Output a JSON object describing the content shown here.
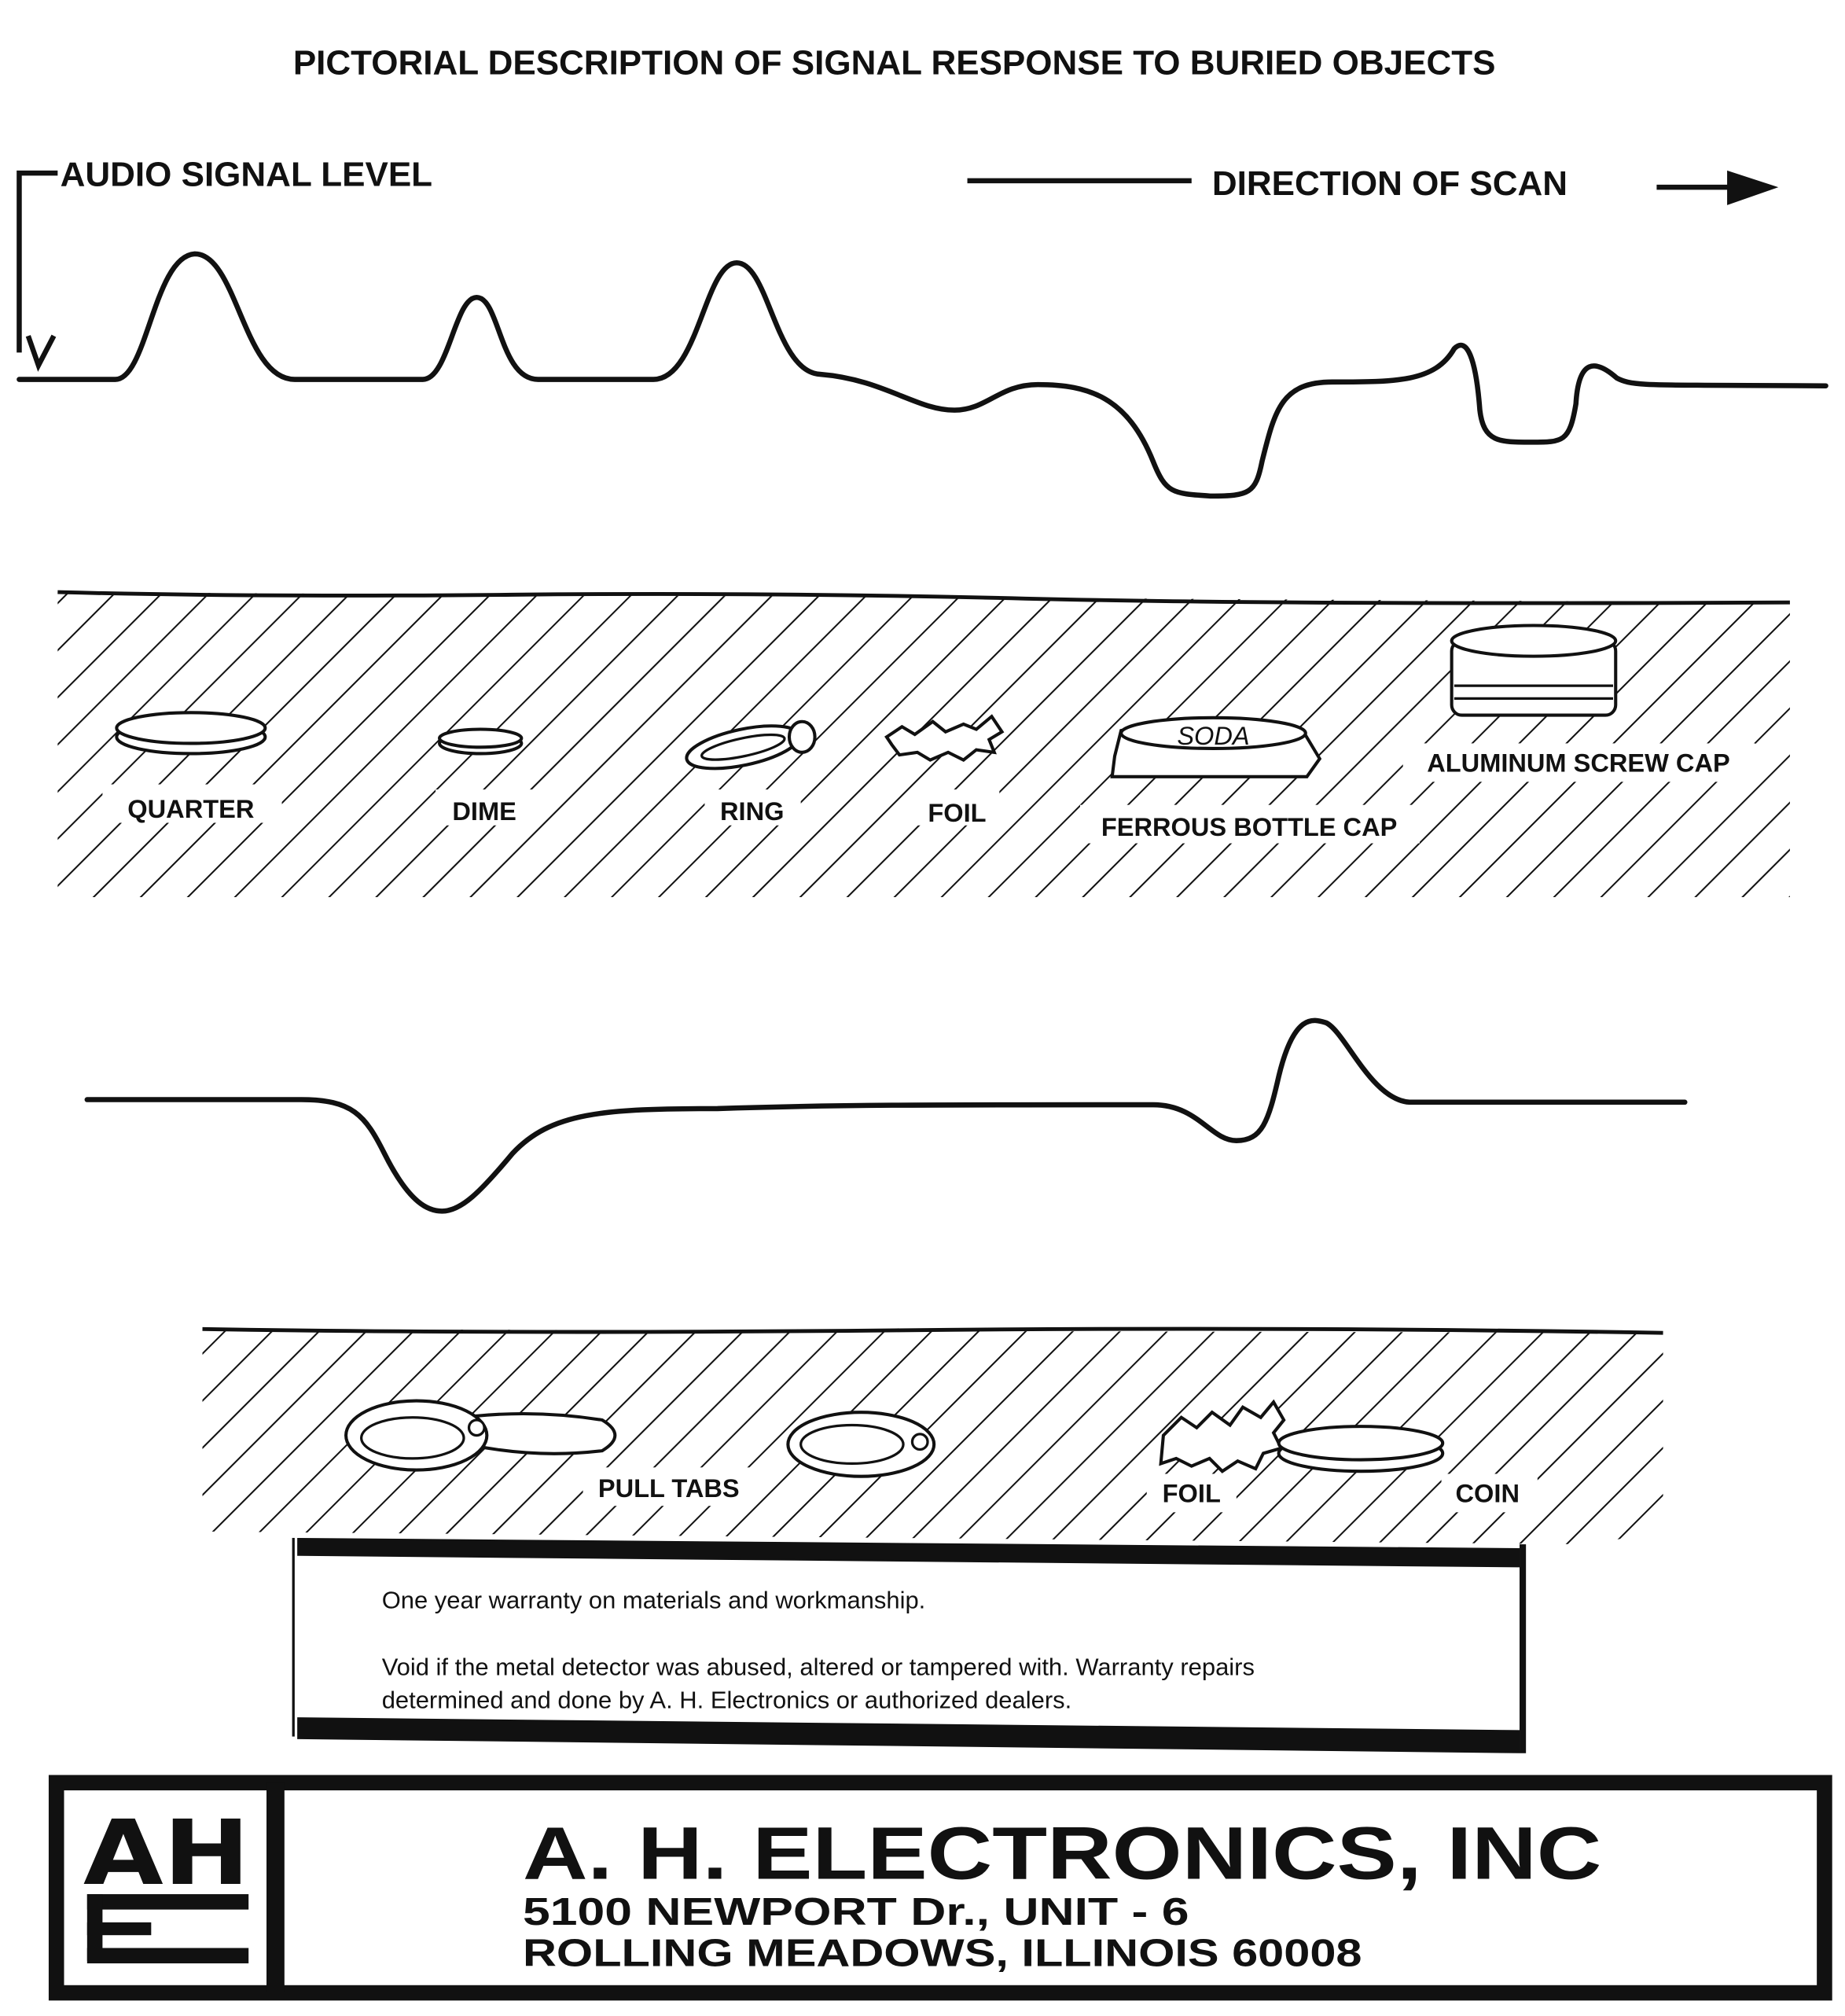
{
  "title": "PICTORIAL DESCRIPTION OF SIGNAL RESPONSE TO BURIED OBJECTS",
  "audio_signal_label": "AUDIO SIGNAL LEVEL",
  "direction_label": "DIRECTION OF SCAN",
  "panel1": {
    "objects": [
      "QUARTER",
      "DIME",
      "RING",
      "FOIL",
      "FERROUS BOTTLE CAP",
      "ALUMINUM SCREW CAP"
    ],
    "bottle_cap_text": "SODA"
  },
  "panel2": {
    "objects": [
      "PULL TABS",
      "FOIL",
      "COIN"
    ]
  },
  "warranty": {
    "line1": "One year warranty on materials and workmanship.",
    "line2": "Void if the metal detector was abused, altered or tampered with. Warranty repairs",
    "line3": "determined and done by A. H. Electronics or authorized dealers."
  },
  "company": {
    "logo_text": "AHE",
    "name": "A. H. ELECTRONICS, INC",
    "address1": "5100 NEWPORT Dr.,   UNIT - 6",
    "address2": "ROLLING MEADOWS, ILLINOIS   60008"
  }
}
